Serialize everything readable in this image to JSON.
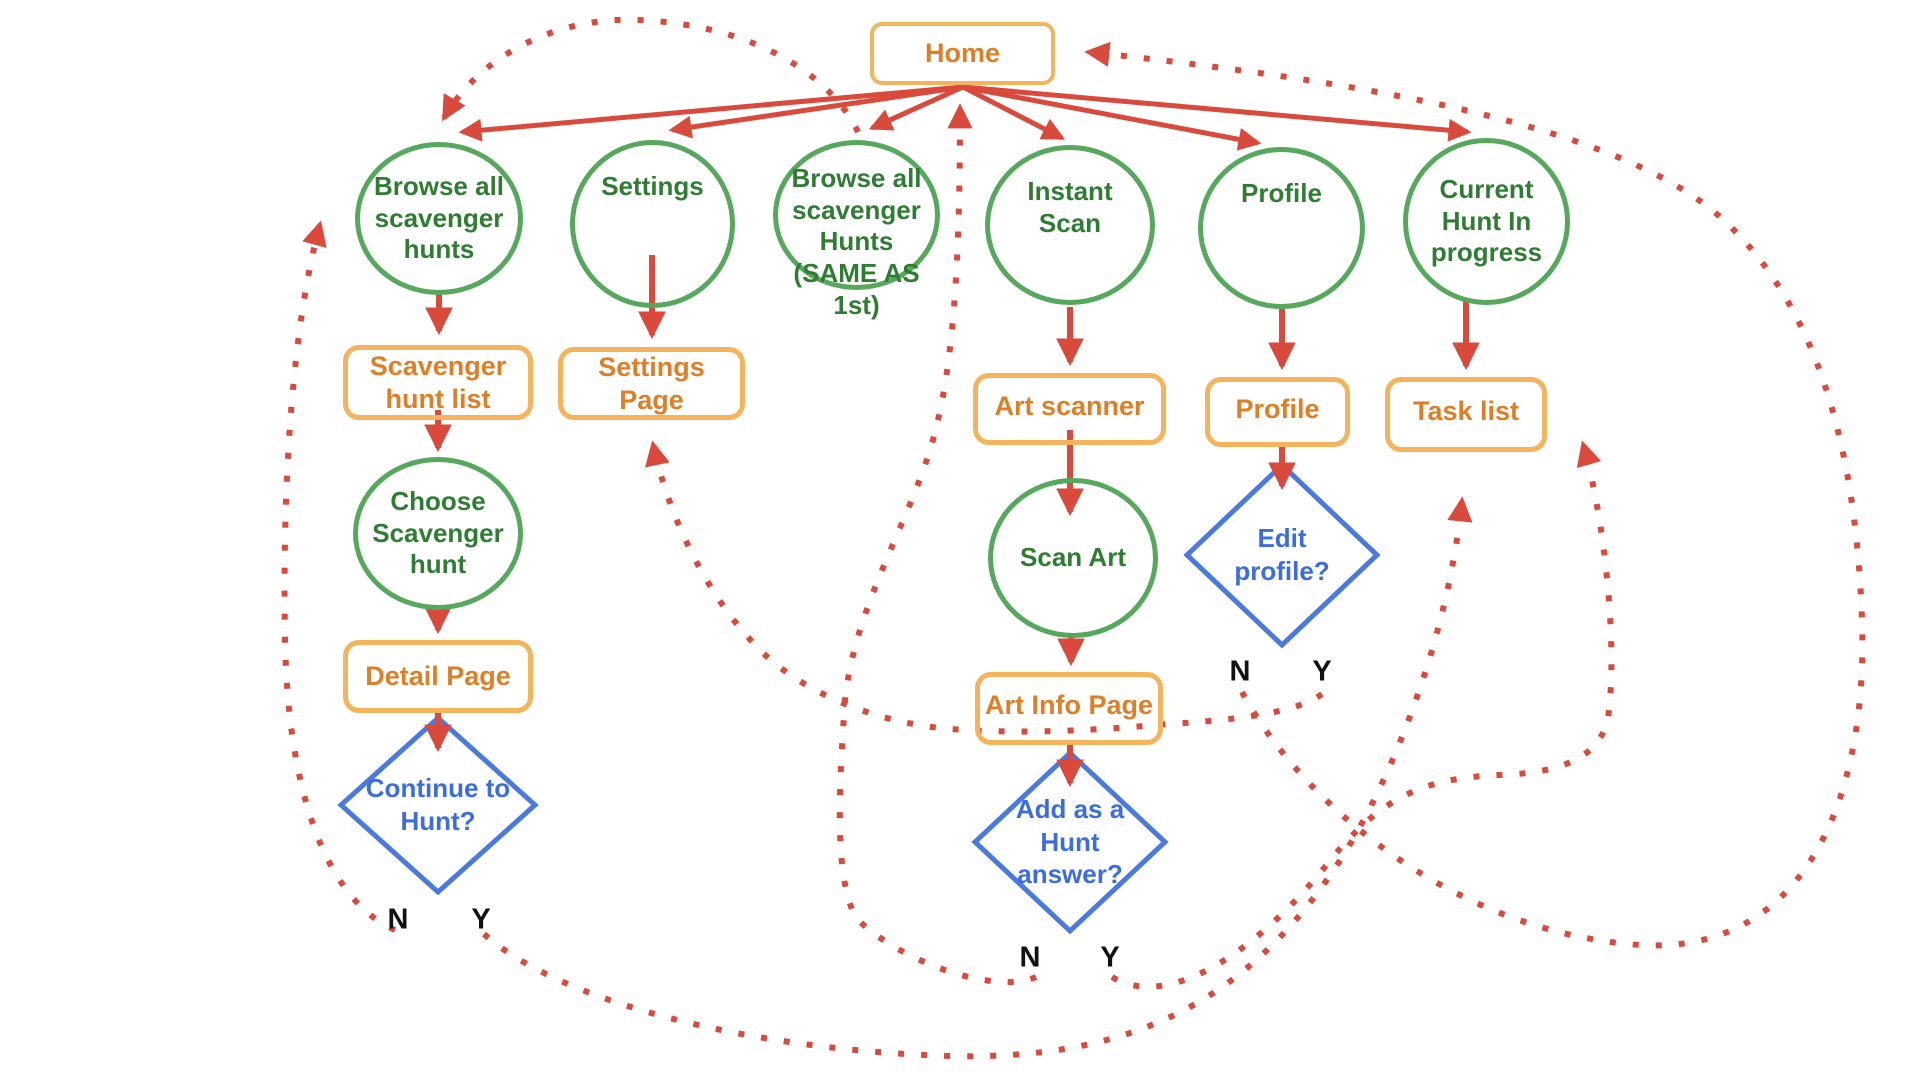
{
  "title": "App navigation flowchart",
  "home": {
    "label": "Home"
  },
  "nav_circles": {
    "browse": "Browse all scavenger hunts",
    "settings": "Settings",
    "browse2": "Browse all scavenger Hunts (SAME AS 1st)",
    "instant_scan": "Instant Scan",
    "profile": "Profile",
    "current_hunt": "Current Hunt In progress"
  },
  "pages": {
    "scavenger_hunt_list": "Scavenger hunt list",
    "settings_page": "Settings Page",
    "art_scanner": "Art scanner",
    "profile_page": "Profile",
    "task_list": "Task list",
    "detail_page": "Detail Page",
    "art_info_page": "Art Info Page"
  },
  "steps": {
    "choose_hunt": "Choose Scavenger hunt",
    "scan_art": "Scan Art"
  },
  "decisions": {
    "continue_to_hunt": {
      "label": "Continue to Hunt?",
      "no": "N",
      "yes": "Y"
    },
    "add_as_hunt_answer": {
      "label": "Add as a Hunt answer?",
      "no": "N",
      "yes": "Y"
    },
    "edit_profile": {
      "label": "Edit profile?",
      "no": "N",
      "yes": "Y"
    }
  },
  "colors": {
    "green_border": "#55a85c",
    "green_text": "#2f7d33",
    "orange_border": "#f5b45c",
    "orange_text": "#de7f27",
    "blue": "#4a7ae0",
    "red": "#d94a3c",
    "label_black": "#111111"
  }
}
